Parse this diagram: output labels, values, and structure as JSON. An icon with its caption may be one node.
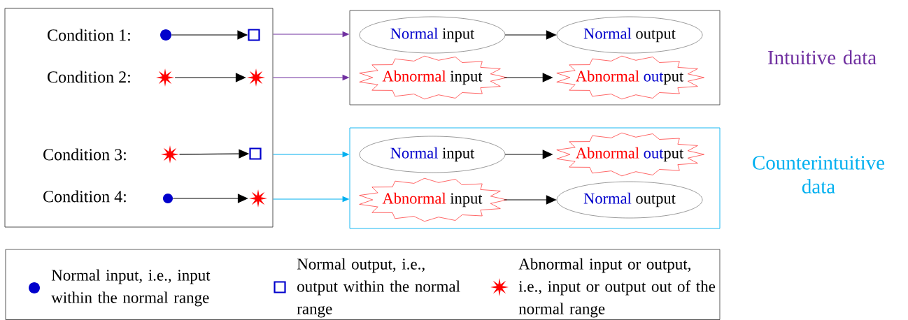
{
  "diagram": {
    "nodes": [
      {
        "text": [],
        "shape": "box"
      },
      {
        "text": [],
        "shape": "circle",
        "in": 0
      },
      {
        "text": [],
        "shape": "box",
        "in": 0
      },
      {
        "text": [],
        "shape": "star",
        "in": 0
      },
      {
        "text": [],
        "shape": "star",
        "in": 0
      },
      {
        "text": [],
        "shape": "star",
        "in": 0
      },
      {
        "text": [],
        "shape": "box",
        "in": 0
      },
      {
        "text": [],
        "shape": "circle",
        "in": 0
      },
      {
        "text": [],
        "shape": "star",
        "in": 0
      },
      {
        "text": [],
        "shape": "box",
        "beside": [
          "Intuitive data"
        ]
      },
      {
        "text": [
          "Normal",
          "input"
        ],
        "in": 9
      },
      {
        "text": [
          "Normal",
          "output"
        ],
        "in": 9
      },
      {
        "text": [
          "Abnormal",
          "input"
        ],
        "in": 9
      },
      {
        "text": [
          "Abnormal",
          "out",
          "put"
        ],
        "in": 9
      },
      {
        "text": [],
        "shape": "box",
        "beside": [
          "Counterintuitive data"
        ]
      },
      {
        "text": [
          "Normal",
          "input"
        ],
        "in": 14
      },
      {
        "text": [
          "Abnormal",
          "out",
          "put"
        ],
        "in": 14
      },
      {
        "text": [
          "Abnormal",
          "input"
        ],
        "in": 14
      },
      {
        "text": [
          "Normal",
          "output"
        ],
        "in": 14
      }
    ],
    "edges": [
      {
        "from": 1,
        "to": 2,
        "arrow": "to"
      },
      {
        "from": 3,
        "to": 4,
        "arrow": "to"
      },
      {
        "from": 5,
        "to": 6,
        "arrow": "to"
      },
      {
        "from": 7,
        "to": 8,
        "arrow": "to"
      },
      {
        "from": 0,
        "to": 9,
        "arrow": "to",
        "color": "#7030a0"
      },
      {
        "from": 0,
        "to": 9,
        "arrow": "to",
        "color": "#7030a0"
      },
      {
        "from": 0,
        "to": 14,
        "arrow": "to",
        "color": "#00b0f0"
      },
      {
        "from": 0,
        "to": 14,
        "arrow": "to",
        "color": "#00b0f0"
      },
      {
        "from": 10,
        "to": 11,
        "arrow": "to"
      },
      {
        "from": 12,
        "to": 13,
        "arrow": "to"
      },
      {
        "from": 15,
        "to": 16,
        "arrow": "to"
      },
      {
        "from": 17,
        "to": 18,
        "arrow": "to"
      }
    ],
    "labels": [
      "Condition 1:",
      "Condition 2:",
      "Condition 3:",
      "Condition 4:"
    ],
    "legend": [
      {
        "text": "Normal input, i.e., input within the normal range"
      },
      {
        "text": "Normal output, i.e., output within the normal range"
      },
      {
        "text": "Abnormal input or output, i.e., input or output out of the normal range"
      }
    ]
  }
}
